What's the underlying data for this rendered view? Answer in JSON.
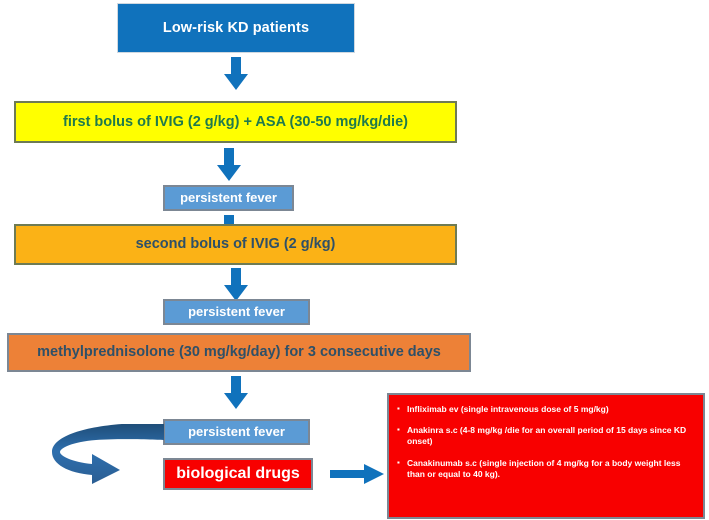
{
  "diagram": {
    "title": "Low-risk Kawasaki disease treatment algorithm",
    "colors": {
      "primary_blue": "#1072BC",
      "light_blue": "#5B9BD5",
      "yellow": "#FFFF00",
      "amber": "#FBB216",
      "orange": "#ED8137",
      "red": "#F80000",
      "green_text": "#1F7A4D",
      "slate_text": "#2E5068"
    }
  },
  "nodes": {
    "start": {
      "label": "Low-risk KD patients"
    },
    "first_bolus": {
      "label": "first bolus of IVIG (2 g/kg) + ASA (30-50 mg/kg/die)"
    },
    "fever_1": {
      "label": "persistent fever"
    },
    "second_bolus": {
      "label": "second bolus of IVIG (2 g/kg)"
    },
    "fever_2": {
      "label": "persistent fever"
    },
    "methylprednisolone": {
      "label": "methylprednisolone  (30 mg/kg/day) for 3 consecutive days"
    },
    "fever_3": {
      "label": "persistent fever"
    },
    "biological_drugs": {
      "label": "biological drugs"
    }
  },
  "biologics_panel": {
    "bullet": "▪",
    "items": [
      {
        "text": "Infliximab  ev (single intravenous dose of 5 mg/kg)"
      },
      {
        "text": "Anakinra  s.c (4-8 mg/kg /die for an overall period of 15 days since KD onset)"
      },
      {
        "text": "Canakinumab  s.c (single injection of 4 mg/kg for a body weight less than or equal to 40 kg)."
      }
    ]
  },
  "connectors": {
    "down_1": "arrow-down",
    "down_2": "arrow-down",
    "down_3": "arrow-down",
    "down_4": "arrow-down",
    "down_5": "arrow-down",
    "to_panel": "arrow-right",
    "loop_back": "circular-arrow"
  }
}
